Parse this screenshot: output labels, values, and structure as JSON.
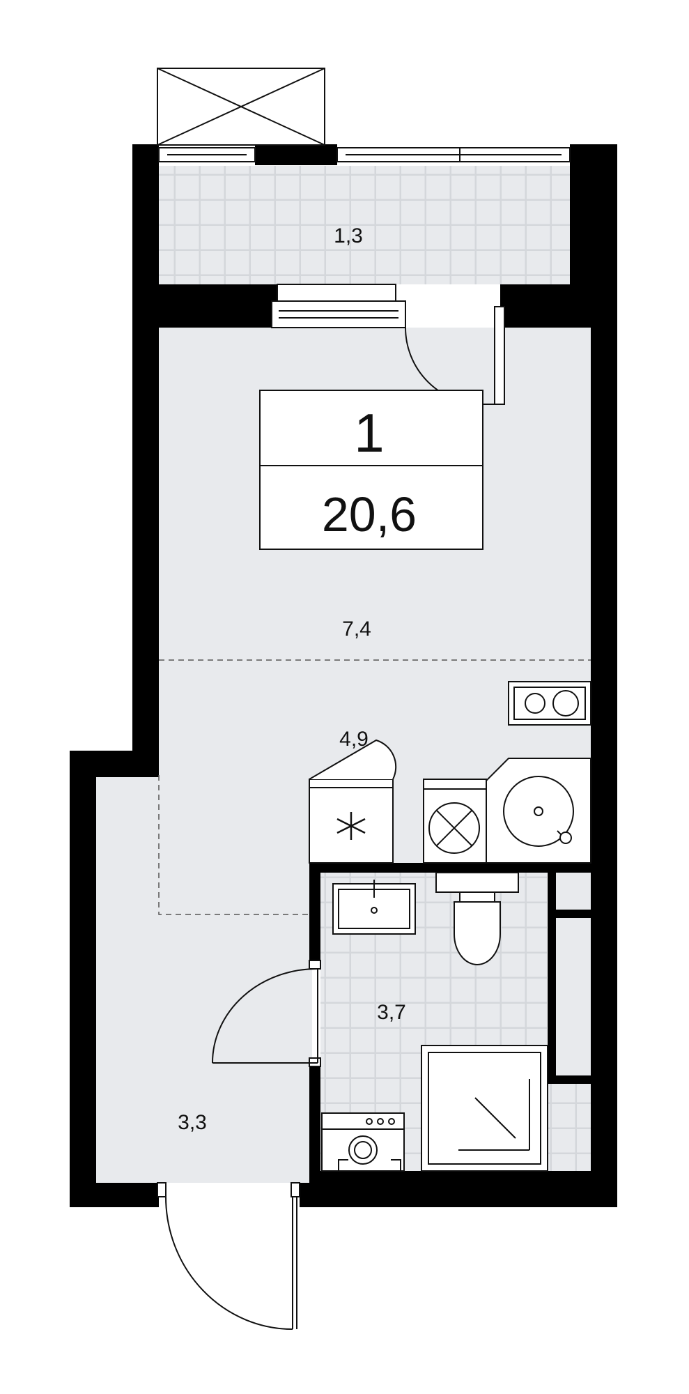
{
  "apartment": {
    "rooms_count": "1",
    "total_area": "20,6"
  },
  "areas": {
    "balcony": "1,3",
    "living_zone": "7,4",
    "kitchen_zone": "4,9",
    "bathroom": "3,7",
    "hallway": "3,3"
  },
  "colors": {
    "wall": "#000000",
    "floor": "#e8eaed",
    "tile_floor": "#e8eaed",
    "tile_grid": "#d4d7db",
    "line": "#111111",
    "background": "#ffffff"
  },
  "icons": {
    "stove": "hob-icon",
    "sink": "sink-icon",
    "washing_machine": "washing-machine-icon",
    "fridge": "fridge-icon",
    "toilet": "toilet-icon",
    "shower": "shower-icon",
    "window": "window-icon",
    "door": "door-icon"
  }
}
